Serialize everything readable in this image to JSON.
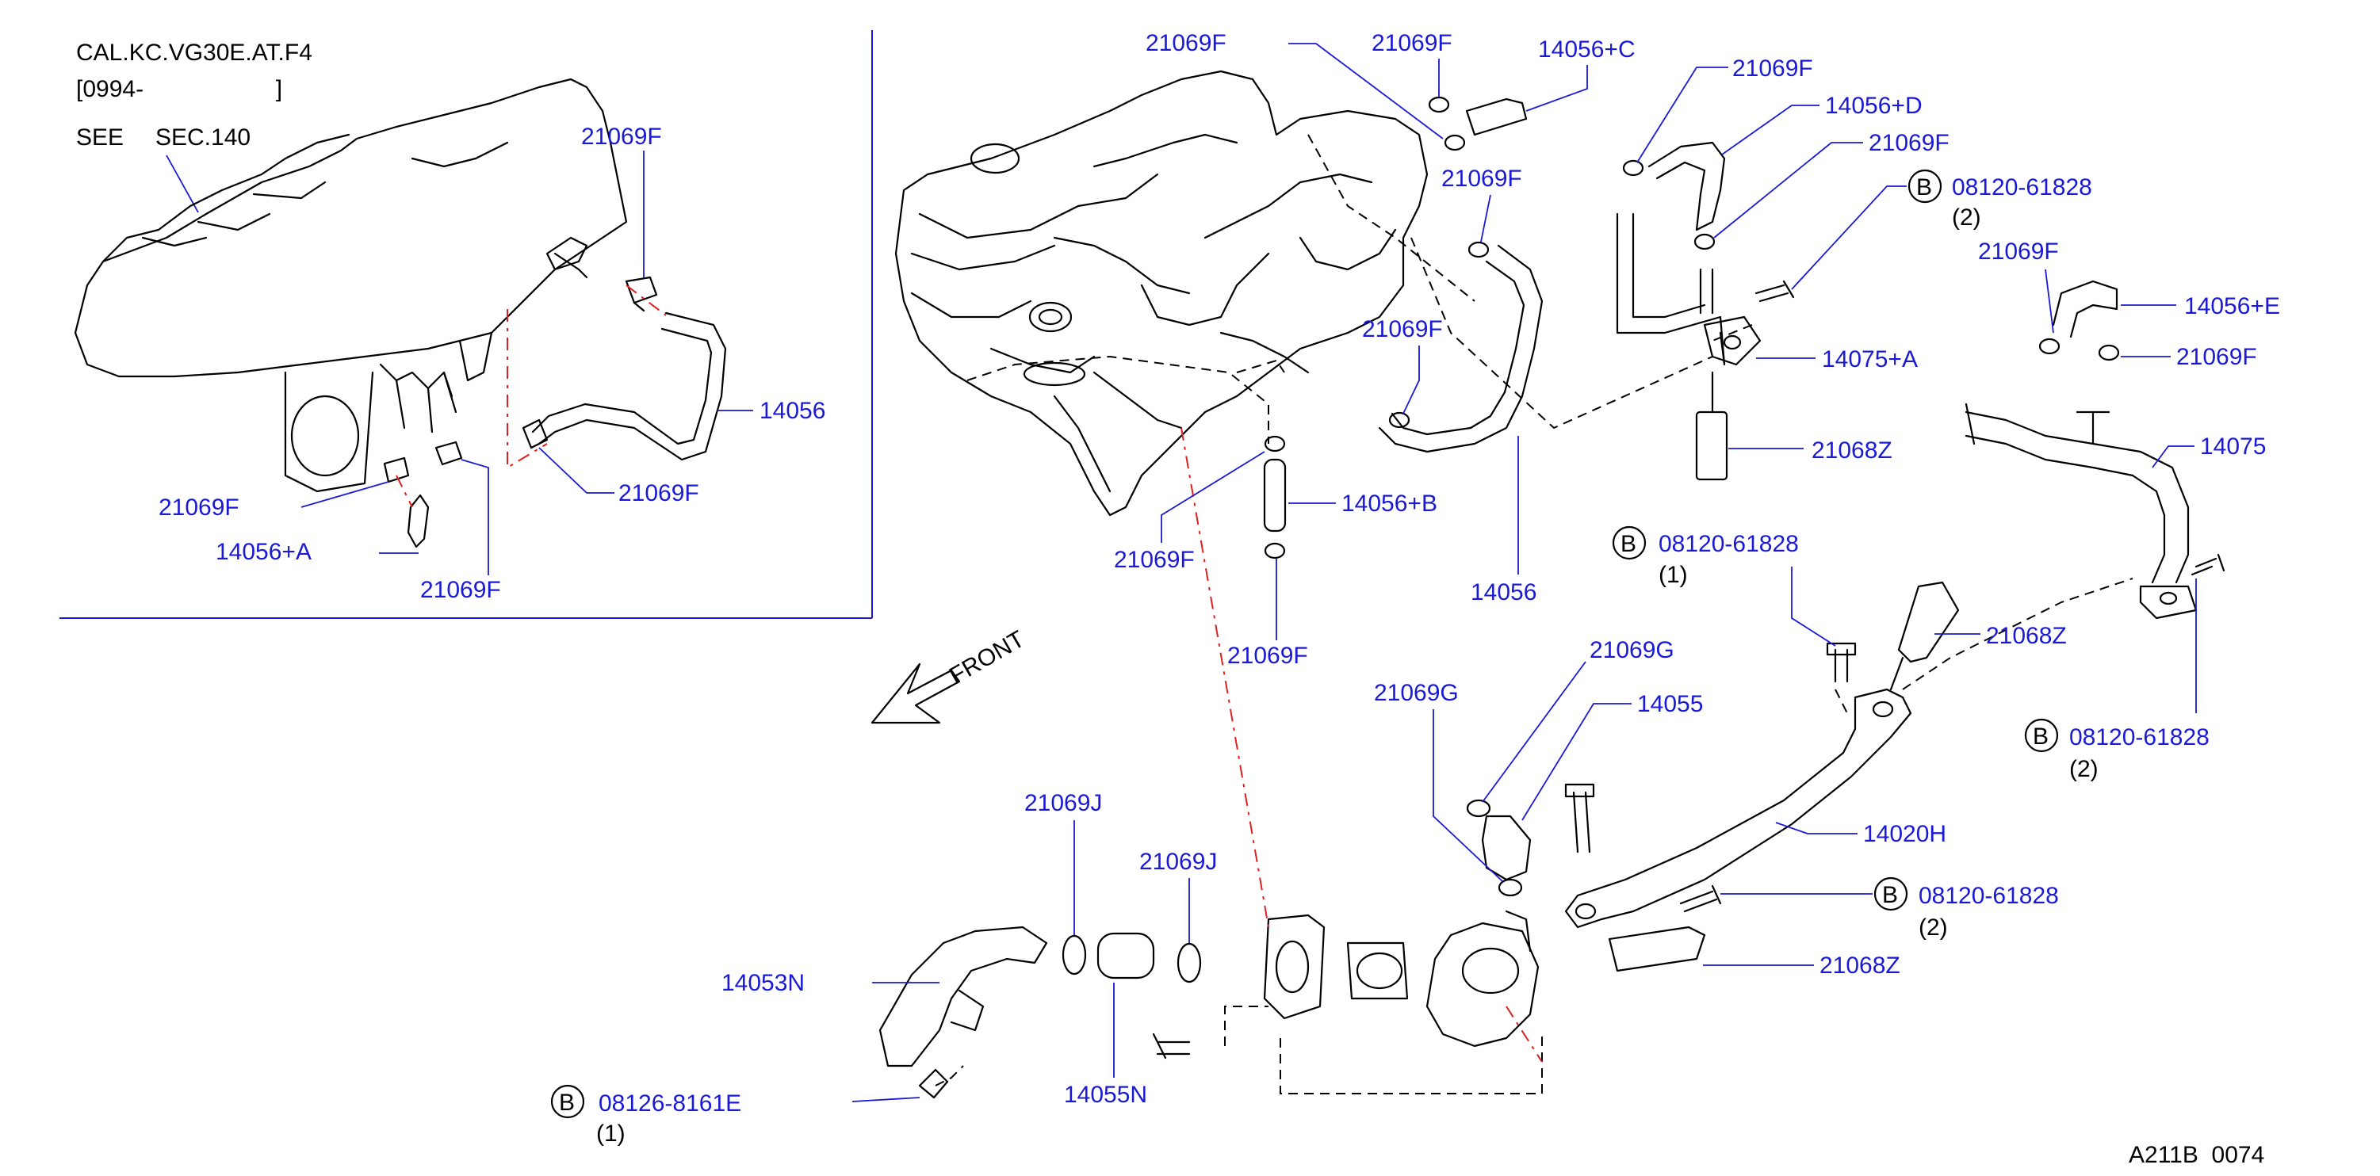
{
  "inset": {
    "model_code": "CAL.KC.VG30E.AT.F4",
    "date_range": "[0994-                    ]",
    "see_text": "SEE",
    "see_section": "SEC.140"
  },
  "front_label": "FRONT",
  "footer_code": "A211B  0074",
  "bolt_symbol": "B",
  "colors": {
    "part_number": "#1a1ad6",
    "ink": "#000000",
    "centerline": "#e02020"
  },
  "labels": {
    "i_21069F_a": "21069F",
    "i_14056": "14056",
    "i_21069F_b": "21069F",
    "i_21069F_c": "21069F",
    "i_14056A": "14056+A",
    "i_21069F_d": "21069F",
    "m_21069F_1": "21069F",
    "m_21069F_2": "21069F",
    "m_14056C": "14056+C",
    "m_21069F_3": "21069F",
    "m_21069F_4": "21069F",
    "m_14056D": "14056+D",
    "m_21069F_5": "21069F",
    "m_bolt_1_pn": "08120-61828",
    "m_bolt_1_qty": "(2)",
    "m_21069F_6": "21069F",
    "m_14056E": "14056+E",
    "m_14075A": "14075+A",
    "m_21069F_7": "21069F",
    "m_21068Z_1": "21068Z",
    "m_14075": "14075",
    "m_14056B": "14056+B",
    "m_21069F_8": "21069F",
    "m_14056": "14056",
    "m_bolt_2_pn": "08120-61828",
    "m_bolt_2_qty": "(1)",
    "m_21068Z_2": "21068Z",
    "m_21069F_9": "21069F",
    "m_21069G_1": "21069G",
    "m_21069G_2": "21069G",
    "m_14055": "14055",
    "m_bolt_3_pn": "08120-61828",
    "m_bolt_3_qty": "(2)",
    "m_21069J_1": "21069J",
    "m_21069J_2": "21069J",
    "m_14020H": "14020H",
    "m_bolt_4_pn": "08120-61828",
    "m_bolt_4_qty": "(2)",
    "m_14053N": "14053N",
    "m_21068Z_3": "21068Z",
    "m_14055N": "14055N",
    "m_bolt_5_pn": "08126-8161E",
    "m_bolt_5_qty": "(1)"
  }
}
